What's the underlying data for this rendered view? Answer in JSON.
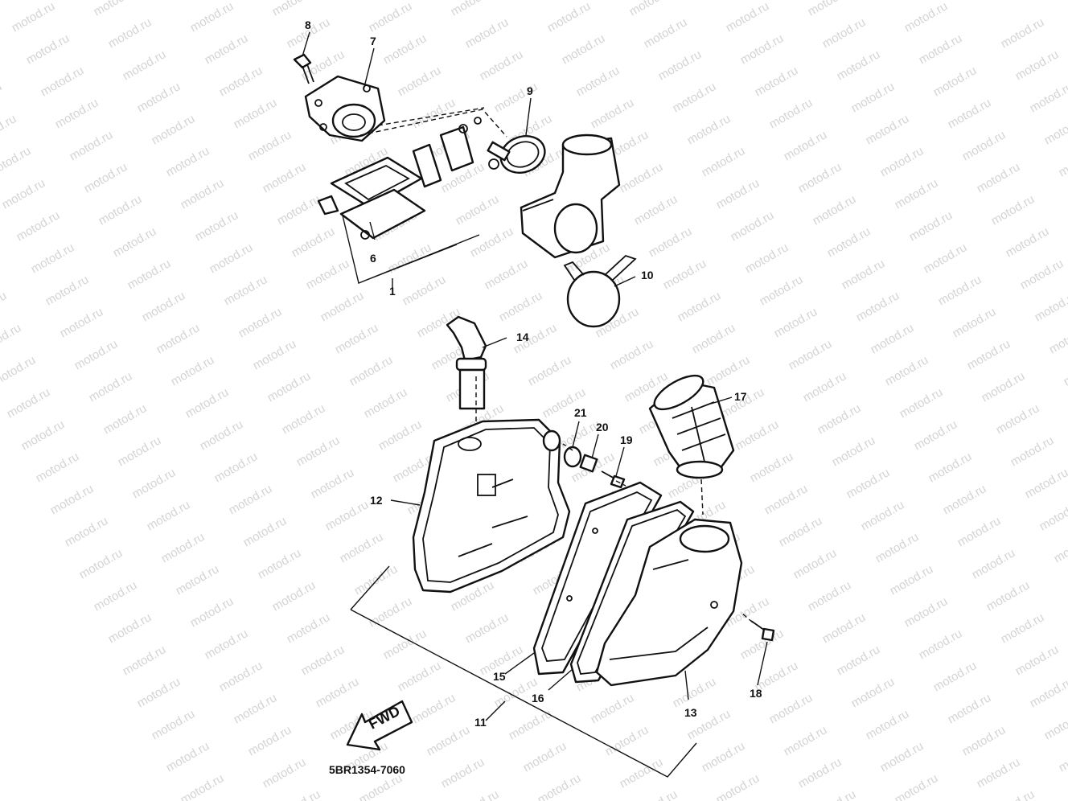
{
  "watermark": {
    "text": "motod.ru"
  },
  "callouts": {
    "c1": "1",
    "c6": "6",
    "c7": "7",
    "c8": "8",
    "c9": "9",
    "c10": "10",
    "c11": "11",
    "c12": "12",
    "c13": "13",
    "c14": "14",
    "c15": "15",
    "c16": "16",
    "c17": "17",
    "c18": "18",
    "c19": "19",
    "c20": "20",
    "c21": "21"
  },
  "fwd_label": "FWD",
  "diagram_code": "5BR1354-7060"
}
